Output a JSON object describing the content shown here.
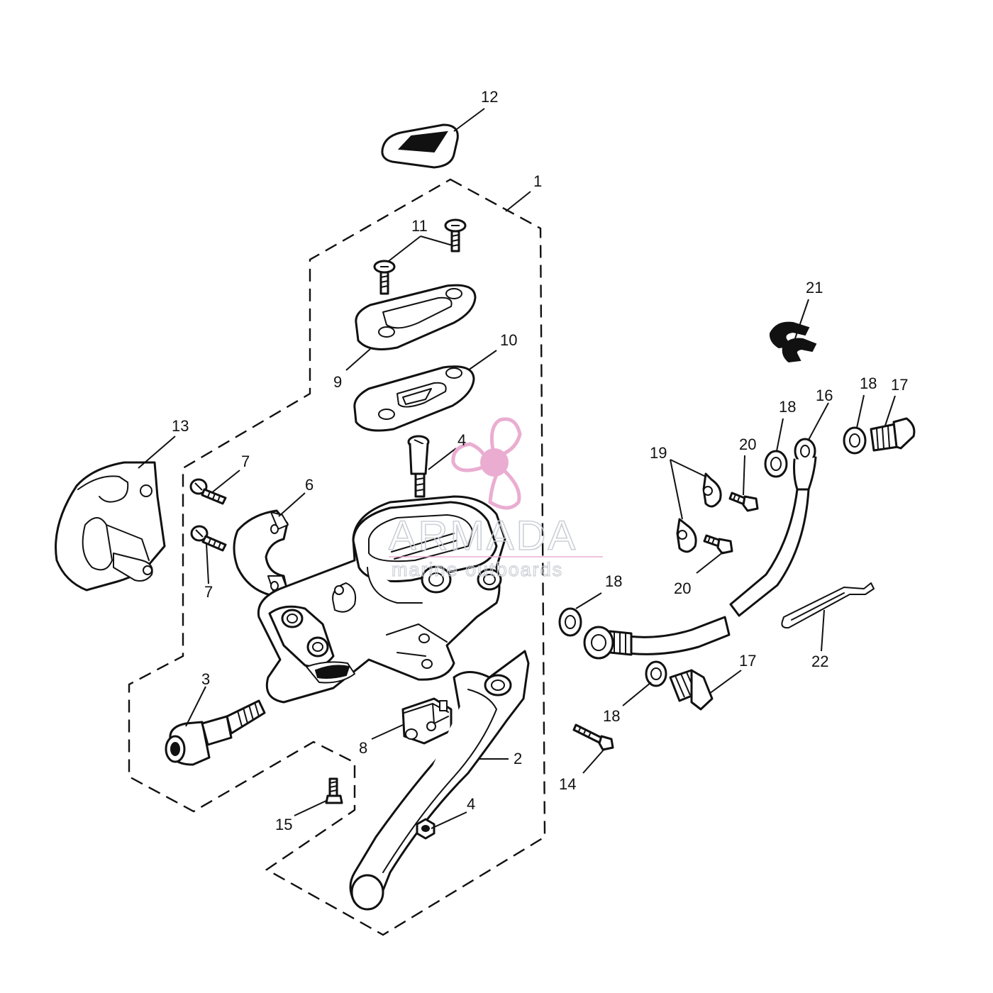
{
  "callouts": [
    {
      "id": "c1",
      "text": "1"
    },
    {
      "id": "c2",
      "text": "2"
    },
    {
      "id": "c3",
      "text": "3"
    },
    {
      "id": "c4a",
      "text": "4"
    },
    {
      "id": "c4b",
      "text": "4"
    },
    {
      "id": "c6",
      "text": "6"
    },
    {
      "id": "c7a",
      "text": "7"
    },
    {
      "id": "c7b",
      "text": "7"
    },
    {
      "id": "c8",
      "text": "8"
    },
    {
      "id": "c9",
      "text": "9"
    },
    {
      "id": "c10",
      "text": "10"
    },
    {
      "id": "c11",
      "text": "11"
    },
    {
      "id": "c12",
      "text": "12"
    },
    {
      "id": "c13",
      "text": "13"
    },
    {
      "id": "c14",
      "text": "14"
    },
    {
      "id": "c15",
      "text": "15"
    },
    {
      "id": "c16",
      "text": "16"
    },
    {
      "id": "c17a",
      "text": "17"
    },
    {
      "id": "c17b",
      "text": "17"
    },
    {
      "id": "c18a",
      "text": "18"
    },
    {
      "id": "c18b",
      "text": "18"
    },
    {
      "id": "c18c",
      "text": "18"
    },
    {
      "id": "c18d",
      "text": "18"
    },
    {
      "id": "c19",
      "text": "19"
    },
    {
      "id": "c20a",
      "text": "20"
    },
    {
      "id": "c20b",
      "text": "20"
    },
    {
      "id": "c21",
      "text": "21"
    },
    {
      "id": "c22",
      "text": "22"
    }
  ],
  "watermark": {
    "brand": "ARMADA",
    "tagline": "marine outboards",
    "color": "#e9a9cf"
  },
  "colors": {
    "ink": "#111111",
    "paper": "#ffffff"
  }
}
